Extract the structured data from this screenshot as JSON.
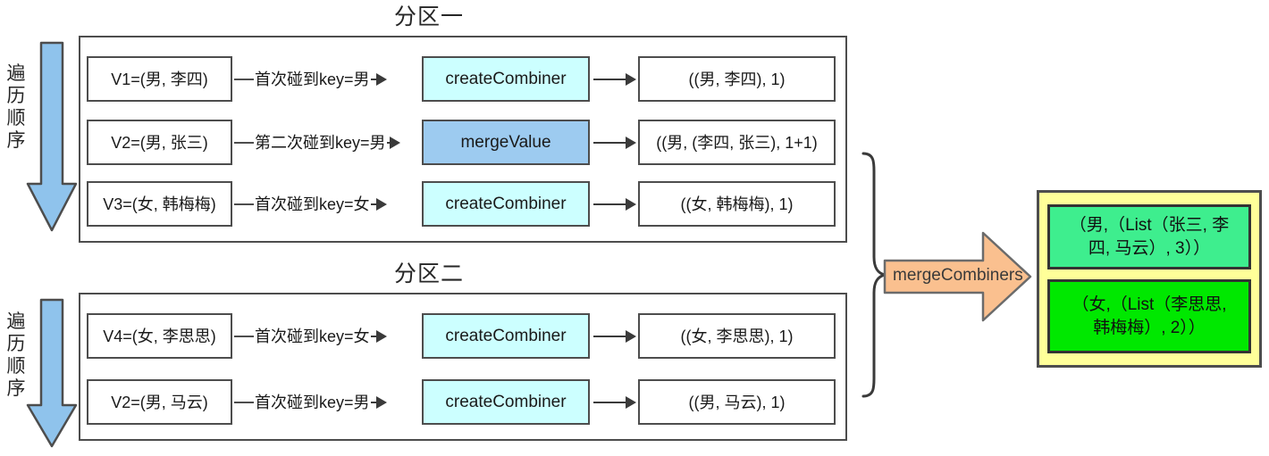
{
  "diagram": {
    "traversal_label": "遍历顺序",
    "partitions": [
      {
        "title": "分区一",
        "rows": [
          {
            "input": "V1=(男, 李四)",
            "connector": "首次碰到key=男",
            "fn": "createCombiner",
            "fn_kind": "create",
            "output": "((男, 李四), 1)"
          },
          {
            "input": "V2=(男, 张三)",
            "connector": "第二次碰到key=男",
            "fn": "mergeValue",
            "fn_kind": "merge",
            "output": "((男, (李四, 张三), 1+1)"
          },
          {
            "input": "V3=(女, 韩梅梅)",
            "connector": "首次碰到key=女",
            "fn": "createCombiner",
            "fn_kind": "create",
            "output": "((女, 韩梅梅), 1)"
          }
        ]
      },
      {
        "title": "分区二",
        "rows": [
          {
            "input": "V4=(女, 李思思)",
            "connector": "首次碰到key=女",
            "fn": "createCombiner",
            "fn_kind": "create",
            "output": "((女, 李思思), 1)"
          },
          {
            "input": "V2=(男, 马云)",
            "connector": "首次碰到key=男",
            "fn": "createCombiner",
            "fn_kind": "create",
            "output": "((男, 马云), 1)"
          }
        ]
      }
    ],
    "merge_combiners_label": "mergeCombiners",
    "results": [
      {
        "text": "（男,（List（张三, 李四, 马云）, 3））",
        "color": "#3eee8e"
      },
      {
        "text": "（女,（List（李思思, 韩梅梅）, 2））",
        "color": "#00e800"
      }
    ],
    "colors": {
      "create_combiner_fill": "#ccffff",
      "merge_value_fill": "#9dcbf0",
      "result_panel_fill": "#ffff99",
      "block_arrow_fill": "#fac08f",
      "traversal_arrow_fill": "#8fc3ec",
      "stroke": "#4d4d4d"
    }
  }
}
